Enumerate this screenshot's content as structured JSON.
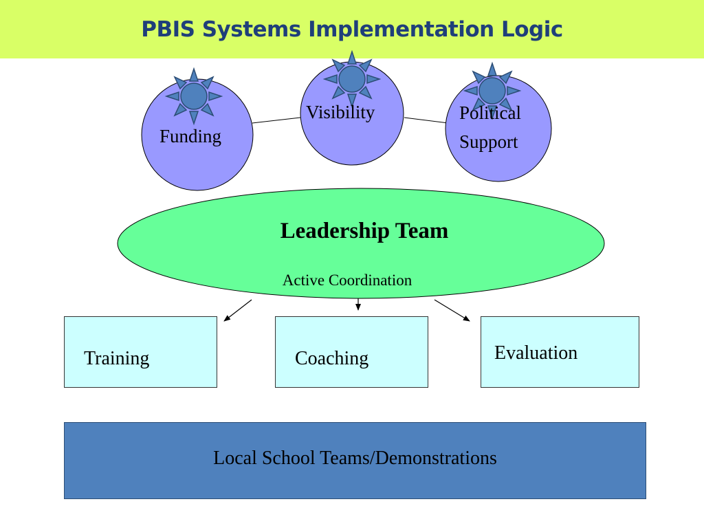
{
  "title": "PBIS Systems Implementation Logic",
  "circles": {
    "funding": "Funding",
    "visibility": "Visibility",
    "political_line1": "Political",
    "political_line2": "Support"
  },
  "leadership": {
    "title": "Leadership Team",
    "subtitle": "Active Coordination"
  },
  "boxes": {
    "training": "Training",
    "coaching": "Coaching",
    "evaluation": "Evaluation"
  },
  "bottom": "Local School Teams/Demonstrations",
  "colors": {
    "title_bar": "#d9ff66",
    "title_text": "#1f3f7a",
    "circle_fill": "#9999ff",
    "sun_fill": "#4f81bd",
    "ellipse_fill": "#66ff99",
    "box_fill": "#ccffff",
    "bottom_fill": "#4f81bd"
  },
  "icons": [
    "sun-icon"
  ]
}
